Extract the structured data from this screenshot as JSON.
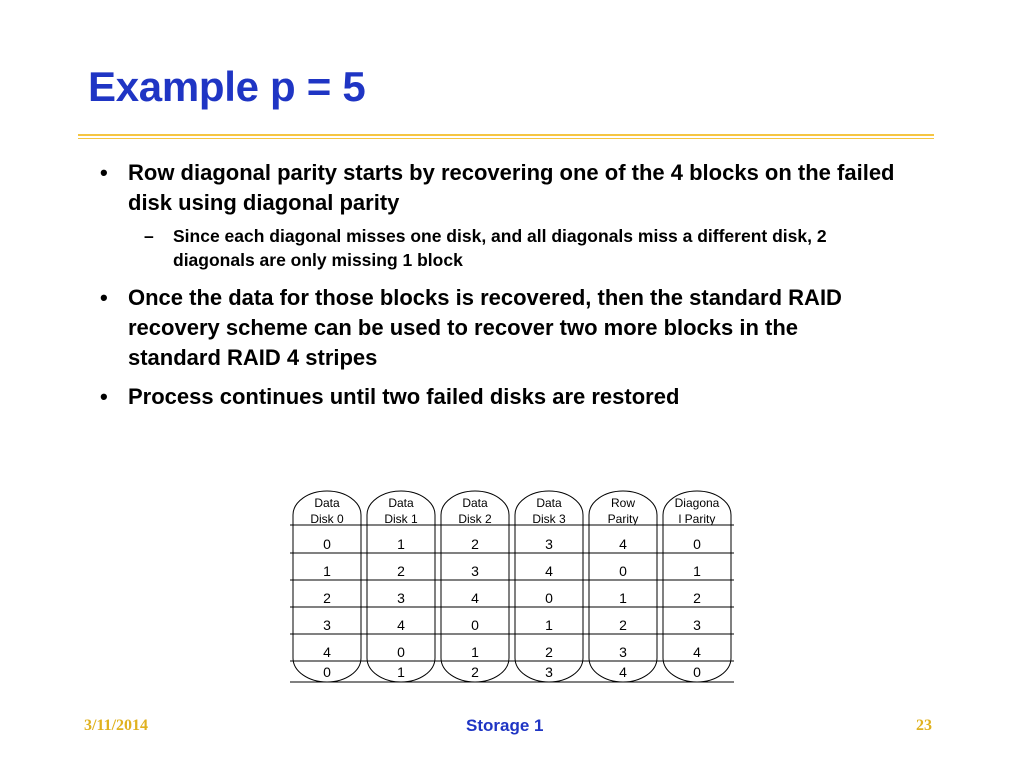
{
  "slide": {
    "title": "Example p = 5",
    "bullets": [
      {
        "marker": "•",
        "text": "Row diagonal parity starts by recovering one of the 4 blocks on the failed disk using diagonal parity",
        "sub": [
          {
            "marker": "–",
            "text": "Since each diagonal misses one disk, and all diagonals miss a different disk, 2 diagonals are only missing 1 block"
          }
        ]
      },
      {
        "marker": "•",
        "text": "Once the data for those blocks is recovered, then the standard RAID recovery scheme can be used to recover two more blocks in the standard RAID 4 stripes"
      },
      {
        "marker": "•",
        "text": "Process continues until two failed disks are restored"
      }
    ]
  },
  "parity_table": {
    "columns": [
      {
        "line1": "Data",
        "line2": "Disk 0"
      },
      {
        "line1": "Data",
        "line2": "Disk 1"
      },
      {
        "line1": "Data",
        "line2": "Disk 2"
      },
      {
        "line1": "Data",
        "line2": "Disk 3"
      },
      {
        "line1": "Row",
        "line2": "Parity"
      },
      {
        "line1": "Diagona",
        "line2": "l Parity"
      }
    ],
    "rows": [
      [
        "0",
        "1",
        "2",
        "3",
        "4",
        "0"
      ],
      [
        "1",
        "2",
        "3",
        "4",
        "0",
        "1"
      ],
      [
        "2",
        "3",
        "4",
        "0",
        "1",
        "2"
      ],
      [
        "3",
        "4",
        "0",
        "1",
        "2",
        "3"
      ],
      [
        "4",
        "0",
        "1",
        "2",
        "3",
        "4"
      ],
      [
        "0",
        "1",
        "2",
        "3",
        "4",
        "0"
      ]
    ]
  },
  "footer": {
    "date": "3/11/2014",
    "title": "Storage 1",
    "page": "23"
  },
  "colors": {
    "title": "#1f35c4",
    "rule": "#f5c542",
    "footer_accent": "#e0b21f"
  }
}
